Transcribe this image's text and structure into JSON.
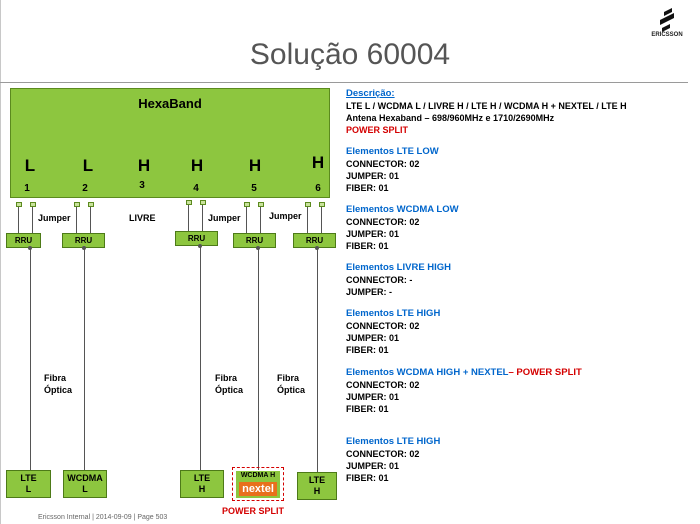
{
  "title": "Solução 60004",
  "logo_text": "ERICSSON",
  "colors": {
    "module_green": "#8dc63f",
    "heading_blue": "#0066cc",
    "alert_red": "#d40000",
    "nextel_orange": "#e8701c"
  },
  "hexaband": {
    "title": "HexaBand",
    "ports": [
      {
        "letter": "L",
        "number": "1"
      },
      {
        "letter": "L",
        "number": "2"
      },
      {
        "letter": "H",
        "number": "3"
      },
      {
        "letter": "H",
        "number": "4"
      },
      {
        "letter": "H",
        "number": "5"
      },
      {
        "letter": "H",
        "number": "6"
      }
    ]
  },
  "labels": {
    "jumper": "Jumper",
    "livre": "LIVRE",
    "rru": "RRU",
    "fibra": "Fibra",
    "optica": "Óptica",
    "power_split": "POWER SPLIT"
  },
  "antennas": [
    {
      "line1": "LTE",
      "line2": "L"
    },
    {
      "line1": "WCDMA",
      "line2": "L"
    },
    {
      "line1": "LTE",
      "line2": "H"
    },
    {
      "line1": "WCDMA H",
      "line2": "nextel"
    },
    {
      "line1": "LTE",
      "line2": "H"
    }
  ],
  "description": {
    "heading": "Descrição:",
    "line1": "LTE L / WCDMA L / LIVRE H / LTE H / WCDMA H + NEXTEL / LTE H",
    "line2": "Antena Hexaband – 698/960MHz  e  1710/2690MHz",
    "line3": "POWER SPLIT"
  },
  "elements": [
    {
      "title": "Elementos  LTE LOW",
      "title_red": "",
      "lines": [
        "CONNECTOR: 02",
        "JUMPER: 01",
        "FIBER: 01"
      ]
    },
    {
      "title": "Elementos  WCDMA LOW",
      "title_red": "",
      "lines": [
        "CONNECTOR: 02",
        "JUMPER: 01",
        "FIBER: 01"
      ]
    },
    {
      "title": "Elementos  LIVRE HIGH",
      "title_red": "",
      "lines": [
        "CONNECTOR: -",
        "JUMPER: -"
      ]
    },
    {
      "title": "Elementos  LTE HIGH",
      "title_red": "",
      "lines": [
        "CONNECTOR: 02",
        "JUMPER: 01",
        "FIBER: 01"
      ]
    },
    {
      "title": "Elementos  WCDMA HIGH + NEXTEL",
      "title_red": "– POWER SPLIT",
      "lines": [
        "CONNECTOR: 02",
        "JUMPER: 01",
        "FIBER: 01"
      ]
    },
    {
      "title": "Elementos  LTE HIGH",
      "title_red": "",
      "lines": [
        "CONNECTOR: 02",
        "JUMPER: 01",
        "FIBER: 01"
      ]
    }
  ],
  "footer": "Ericsson Internal  |  2014-09-09  |  Page 503"
}
